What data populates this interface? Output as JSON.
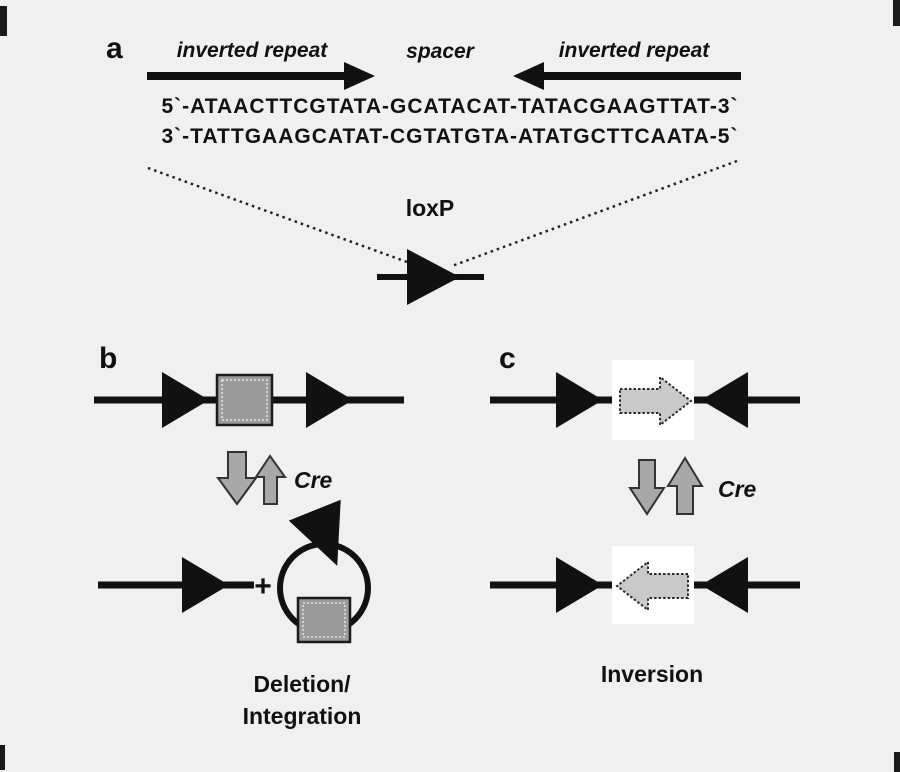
{
  "figure": {
    "panel_a": {
      "label": "a",
      "inverted_repeat_left": "inverted repeat",
      "spacer": "spacer",
      "inverted_repeat_right": "inverted repeat",
      "sequence_top": "5`-ATAACTTCGTATA-GCATACAT-TATACGAAGTTAT-3`",
      "sequence_bottom": "3`-TATTGAAGCATAT-CGTATGTA-ATATGCTTCAATA-5`",
      "loxp": "loxP"
    },
    "panel_b": {
      "label": "b",
      "cre": "Cre",
      "plus": "+",
      "caption_line1": "Deletion/",
      "caption_line2": "Integration"
    },
    "panel_c": {
      "label": "c",
      "cre": "Cre",
      "caption": "Inversion"
    }
  },
  "colors": {
    "background": "#f0f0f0",
    "ink": "#111111",
    "gray_arrow_fill": "#a8a8a8",
    "block_arrow_fill": "#c9c9c9",
    "insert_fill": "#9b9b9b",
    "white_patch": "#ffffff"
  }
}
